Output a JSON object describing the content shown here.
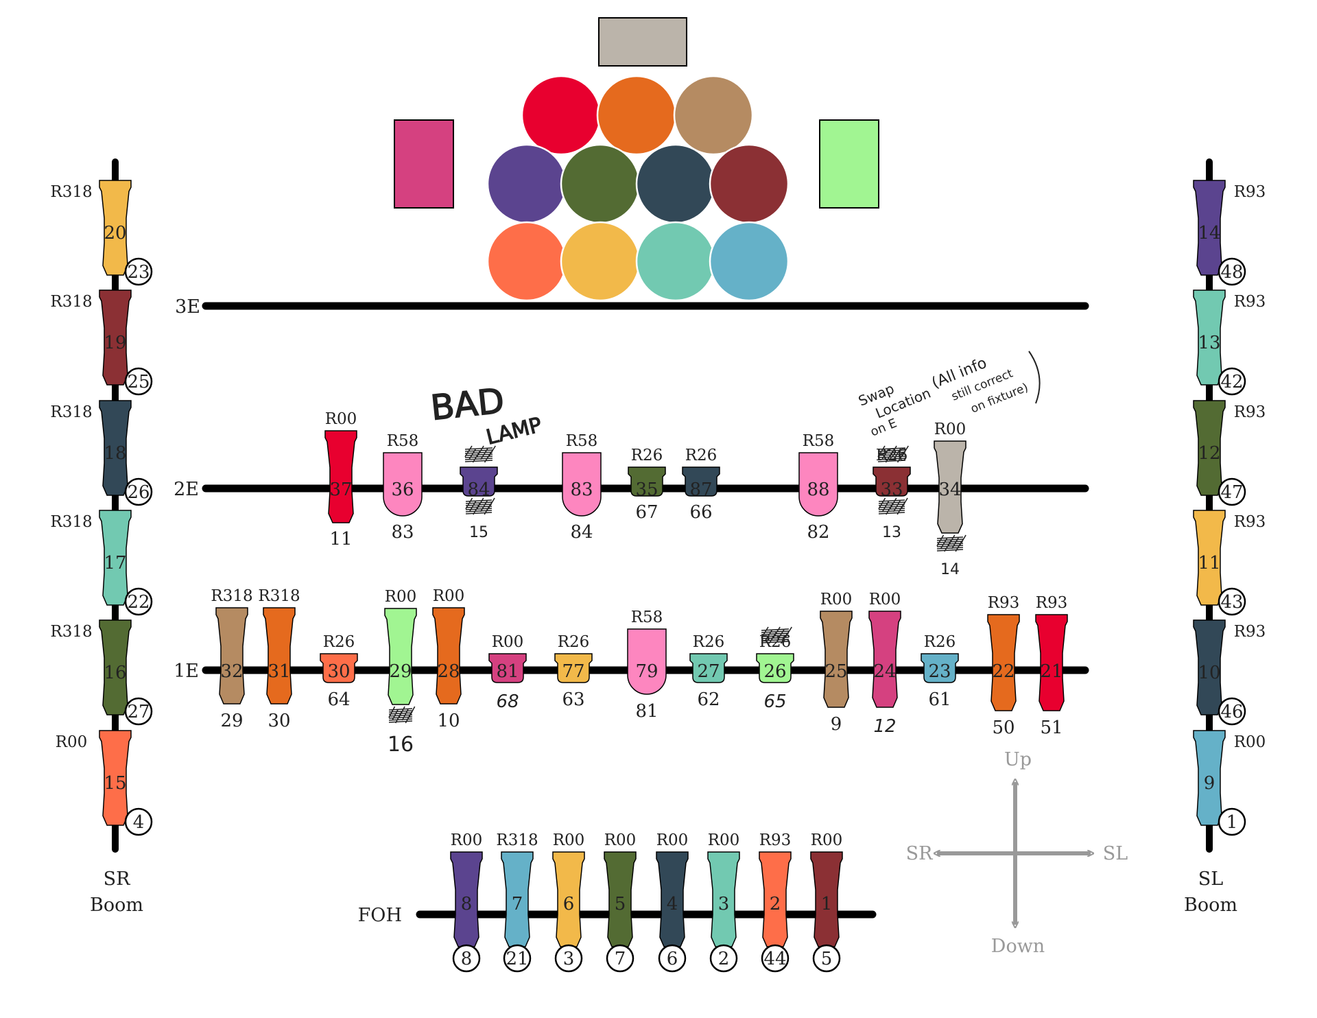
{
  "page_background": "#ffffff",
  "colors": {
    "bar": "#000000",
    "compass": "#999999",
    "red": "#e8002f",
    "orange": "#e56a1e",
    "tan": "#b58b62",
    "purple": "#5b448f",
    "green": "#536b33",
    "navy": "#324857",
    "maroon": "#8b3034",
    "coral": "#fe6e49",
    "yellow": "#f2b94a",
    "teal": "#72c9b1",
    "blue": "#65b1c8",
    "magenta": "#d54180",
    "lightgreen": "#a1f592",
    "gray": "#bbb4aa",
    "pink": "#fd86bf"
  },
  "pipes": [
    {
      "label": "3E"
    },
    {
      "label": "2E"
    },
    {
      "label": "1E"
    },
    {
      "label": "FOH"
    }
  ],
  "booms": [
    {
      "label_line1": "SR",
      "label_line2": "Boom"
    },
    {
      "label_line1": "SL",
      "label_line2": "Boom"
    }
  ],
  "compass": {
    "up": "Up",
    "down": "Down",
    "left": "SR",
    "right": "SL"
  },
  "cyc": {
    "top_rect": "gray",
    "left_rect": "magenta",
    "right_rect": "lightgreen",
    "row1": [
      "red",
      "orange",
      "tan"
    ],
    "row2": [
      "purple",
      "green",
      "navy",
      "maroon"
    ],
    "row3": [
      "coral",
      "yellow",
      "teal",
      "blue"
    ]
  },
  "annotations": {
    "bad": "BAD",
    "lamp": "LAMP",
    "swap_1": "Swap",
    "swap_2": "Location",
    "swap_3": "on E",
    "paren_1": "(All info",
    "paren_2": "still correct",
    "paren_3": "on fixture)"
  },
  "fixtures_2e": [
    {
      "num": "37",
      "gel": "R00",
      "circuit": "11",
      "shape": "leko",
      "color": "red"
    },
    {
      "num": "36",
      "gel": "R58",
      "circuit": "83",
      "shape": "par",
      "color": "pink"
    },
    {
      "num": "84",
      "gel": "",
      "circuit": "15",
      "shape": "small",
      "color": "purple",
      "gel_scribbled": true,
      "circuit_scribbled": true,
      "circuit_hand": true
    },
    {
      "num": "83",
      "gel": "R58",
      "circuit": "84",
      "shape": "par",
      "color": "pink"
    },
    {
      "num": "35",
      "gel": "R26",
      "circuit": "67",
      "shape": "small",
      "color": "green"
    },
    {
      "num": "87",
      "gel": "R26",
      "circuit": "66",
      "shape": "small",
      "color": "navy"
    },
    {
      "num": "88",
      "gel": "R58",
      "circuit": "82",
      "shape": "par",
      "color": "pink"
    },
    {
      "num": "33",
      "gel": "R26",
      "circuit": "13",
      "shape": "small",
      "color": "maroon",
      "gel_scribbled": true,
      "circuit_scribbled": true,
      "circuit_hand": true
    },
    {
      "num": "34",
      "gel": "R00",
      "circuit": "14",
      "shape": "leko",
      "color": "gray",
      "circuit_scribbled": true,
      "circuit_hand": true
    }
  ],
  "fixtures_1e": [
    {
      "num": "32",
      "gel": "R318",
      "circuit": "29",
      "shape": "leko",
      "color": "tan"
    },
    {
      "num": "31",
      "gel": "R318",
      "circuit": "30",
      "shape": "leko",
      "color": "orange"
    },
    {
      "num": "30",
      "gel": "R26",
      "circuit": "64",
      "shape": "small",
      "color": "coral"
    },
    {
      "num": "29",
      "gel": "R00",
      "circuit": "16",
      "shape": "leko",
      "color": "lightgreen",
      "circuit_scribbled": true,
      "circuit_hand": true
    },
    {
      "num": "28",
      "gel": "R00",
      "circuit": "10",
      "shape": "leko",
      "color": "orange"
    },
    {
      "num": "81",
      "gel": "R00",
      "circuit": "68",
      "shape": "small",
      "color": "magenta",
      "circuit_hand": true
    },
    {
      "num": "77",
      "gel": "R26",
      "circuit": "63",
      "shape": "small",
      "color": "yellow"
    },
    {
      "num": "79",
      "gel": "R58",
      "circuit": "81",
      "shape": "par",
      "color": "pink"
    },
    {
      "num": "27",
      "gel": "R26",
      "circuit": "62",
      "shape": "small",
      "color": "teal"
    },
    {
      "num": "26",
      "gel": "R26",
      "circuit": "65",
      "shape": "small",
      "color": "lightgreen",
      "gel_scribbled": true,
      "circuit_hand": true
    },
    {
      "num": "25",
      "gel": "R00",
      "circuit": "9",
      "shape": "leko",
      "color": "tan"
    },
    {
      "num": "24",
      "gel": "R00",
      "circuit": "12",
      "shape": "leko",
      "color": "magenta",
      "circuit_hand": true
    },
    {
      "num": "23",
      "gel": "R26",
      "circuit": "61",
      "shape": "small",
      "color": "blue"
    },
    {
      "num": "22",
      "gel": "R93",
      "circuit": "50",
      "shape": "leko",
      "color": "orange"
    },
    {
      "num": "21",
      "gel": "R93",
      "circuit": "51",
      "shape": "leko",
      "color": "red"
    }
  ],
  "fixtures_foh": [
    {
      "num": "8",
      "gel": "R00",
      "circuit": "8",
      "color": "purple"
    },
    {
      "num": "7",
      "gel": "R318",
      "circuit": "21",
      "color": "blue"
    },
    {
      "num": "6",
      "gel": "R00",
      "circuit": "3",
      "color": "yellow"
    },
    {
      "num": "5",
      "gel": "R00",
      "circuit": "7",
      "color": "green"
    },
    {
      "num": "4",
      "gel": "R00",
      "circuit": "6",
      "color": "navy"
    },
    {
      "num": "3",
      "gel": "R00",
      "circuit": "2",
      "color": "teal"
    },
    {
      "num": "2",
      "gel": "R93",
      "circuit": "44",
      "color": "coral"
    },
    {
      "num": "1",
      "gel": "R00",
      "circuit": "5",
      "color": "maroon"
    }
  ],
  "fixtures_sr_boom": [
    {
      "num": "20",
      "gel": "R318",
      "circuit": "23",
      "color": "yellow"
    },
    {
      "num": "19",
      "gel": "R318",
      "circuit": "25",
      "color": "maroon"
    },
    {
      "num": "18",
      "gel": "R318",
      "circuit": "26",
      "color": "navy"
    },
    {
      "num": "17",
      "gel": "R318",
      "circuit": "22",
      "color": "teal"
    },
    {
      "num": "16",
      "gel": "R318",
      "circuit": "27",
      "color": "green"
    },
    {
      "num": "15",
      "gel": "R00",
      "circuit": "4",
      "color": "coral"
    }
  ],
  "fixtures_sl_boom": [
    {
      "num": "14",
      "gel": "R93",
      "circuit": "48",
      "color": "purple"
    },
    {
      "num": "13",
      "gel": "R93",
      "circuit": "42",
      "color": "teal"
    },
    {
      "num": "12",
      "gel": "R93",
      "circuit": "47",
      "color": "green"
    },
    {
      "num": "11",
      "gel": "R93",
      "circuit": "43",
      "color": "yellow"
    },
    {
      "num": "10",
      "gel": "R93",
      "circuit": "46",
      "color": "navy"
    },
    {
      "num": "9",
      "gel": "R00",
      "circuit": "1",
      "color": "blue"
    }
  ]
}
